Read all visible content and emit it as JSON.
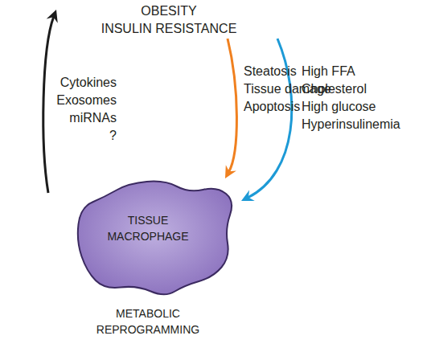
{
  "diagram": {
    "nodes": [
      {
        "text": [
          "OBESITY",
          "INSULIN RESISTANCE"
        ]
      },
      {
        "text": [
          "TISSUE MACROPHAGE",
          "METABOLIC REPROGRAMMING"
        ]
      }
    ],
    "edges": [
      {
        "from": 1,
        "to": 0,
        "arrow": "to",
        "label": "Cytokines Exosomes miRNAs ?"
      },
      {
        "from": 0,
        "to": 1,
        "arrow": "to",
        "label": "Steatosis Tissue damage Apoptosis"
      },
      {
        "from": 0,
        "to": 1,
        "arrow": "to",
        "label": "High FFA Cholesterol High glucose Hyperinsulinemia"
      }
    ]
  }
}
